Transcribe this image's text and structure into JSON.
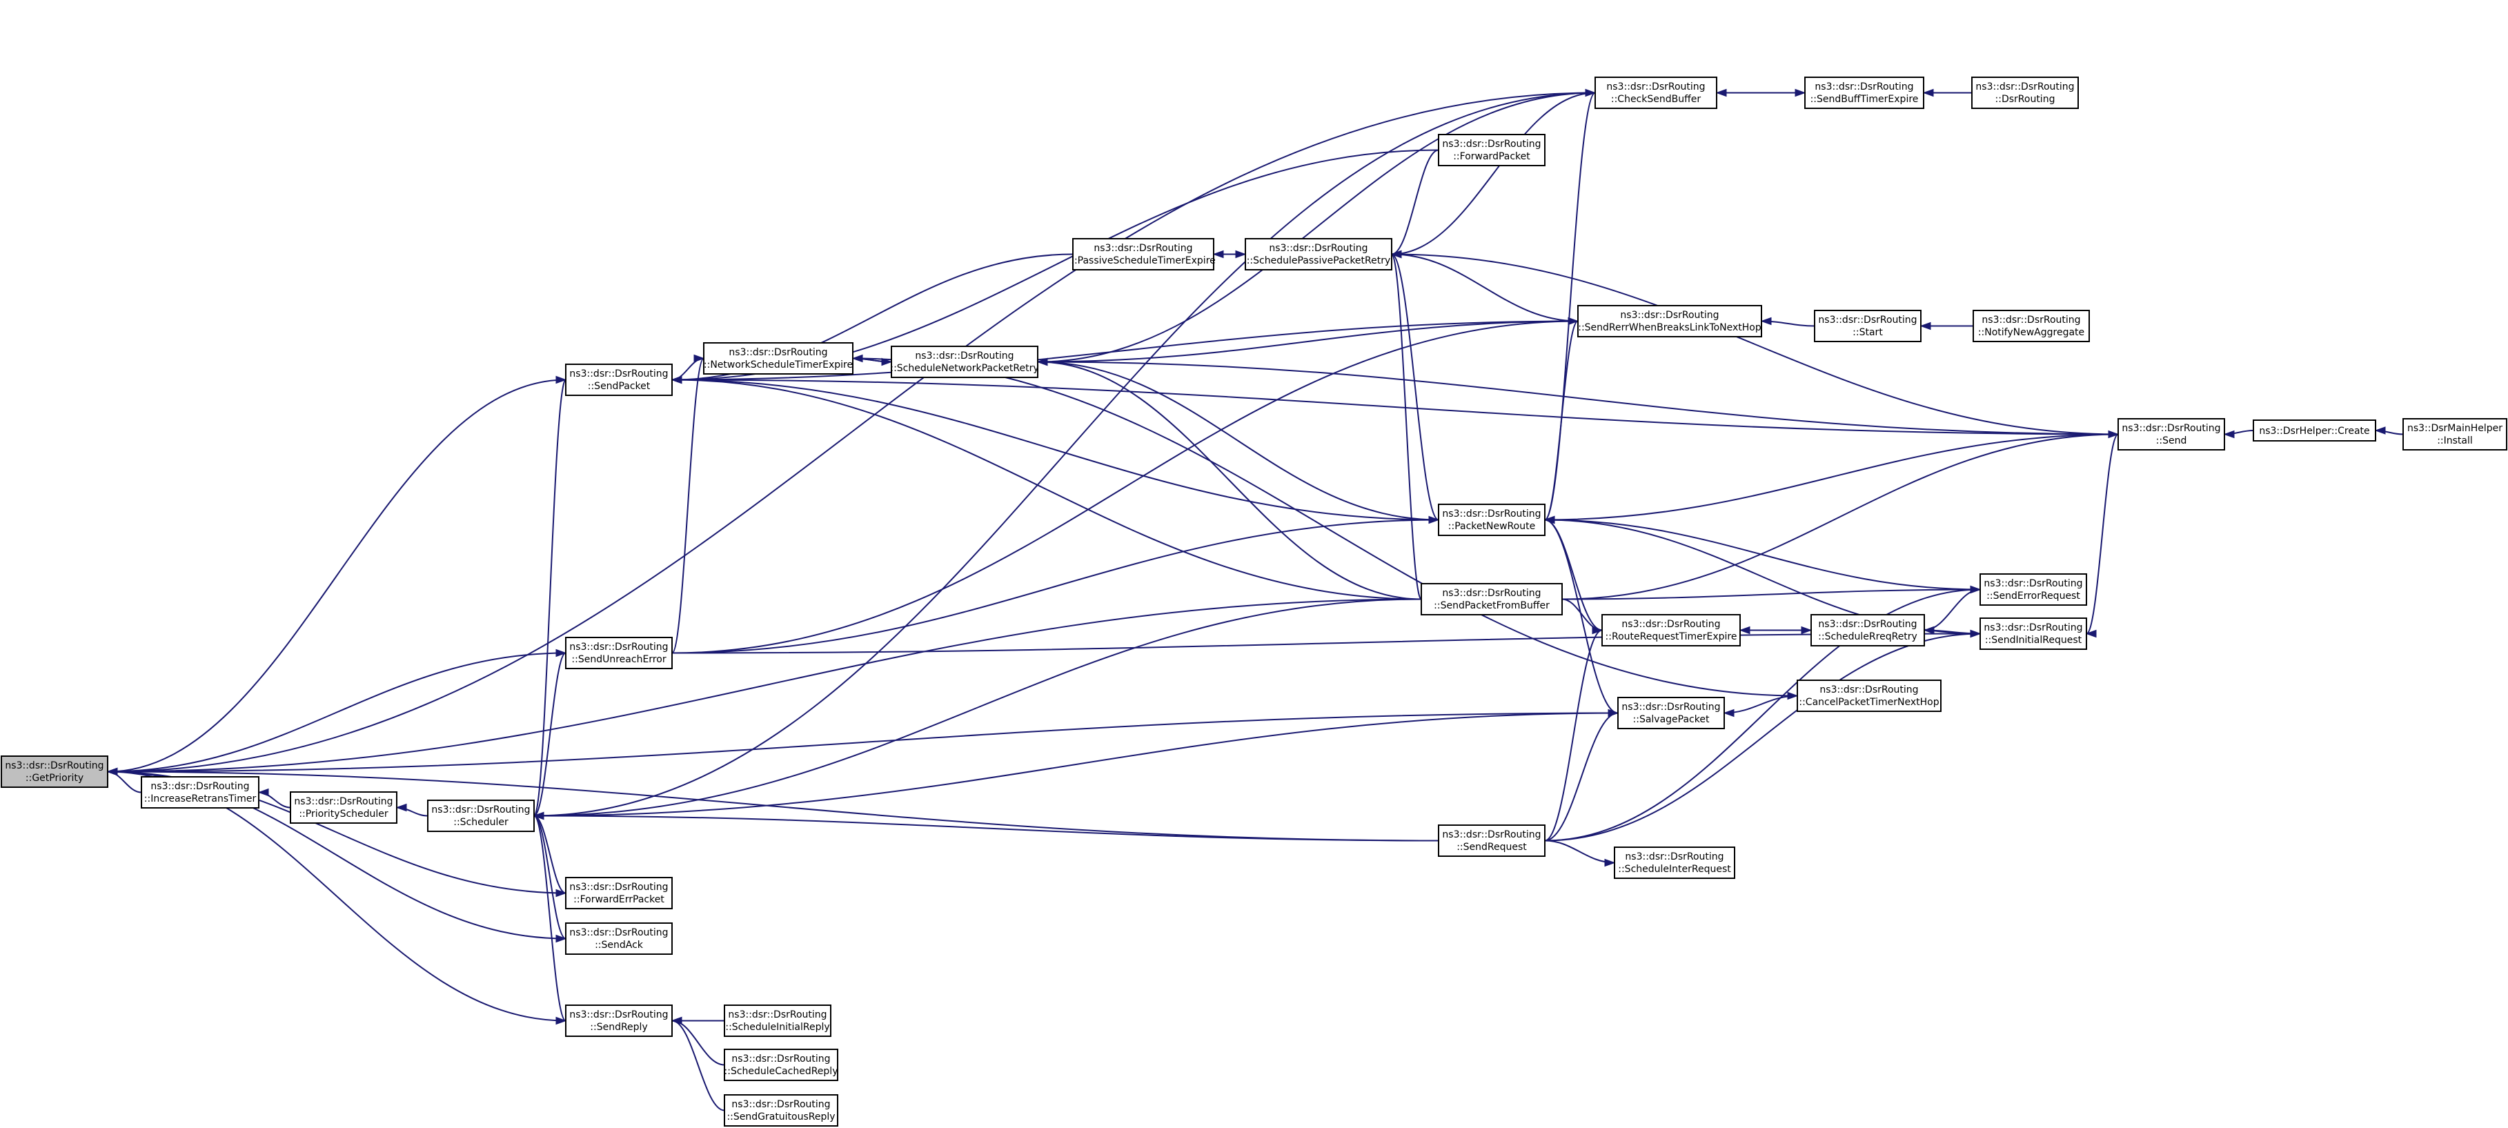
{
  "diagram": {
    "nodes": [
      {
        "id": "GetPriority",
        "l1": "ns3::dsr::DsrRouting",
        "l2": "::GetPriority",
        "root": true
      },
      {
        "id": "IncreaseRetransTimer",
        "l1": "ns3::dsr::DsrRouting",
        "l2": "::IncreaseRetransTimer"
      },
      {
        "id": "PriorityScheduler",
        "l1": "ns3::dsr::DsrRouting",
        "l2": "::PriorityScheduler"
      },
      {
        "id": "Scheduler",
        "l1": "ns3::dsr::DsrRouting",
        "l2": "::Scheduler"
      },
      {
        "id": "SendPacket",
        "l1": "ns3::dsr::DsrRouting",
        "l2": "::SendPacket"
      },
      {
        "id": "SendUnreachError",
        "l1": "ns3::dsr::DsrRouting",
        "l2": "::SendUnreachError"
      },
      {
        "id": "ForwardErrPacket",
        "l1": "ns3::dsr::DsrRouting",
        "l2": "::ForwardErrPacket"
      },
      {
        "id": "SendAck",
        "l1": "ns3::dsr::DsrRouting",
        "l2": "::SendAck"
      },
      {
        "id": "SendReply",
        "l1": "ns3::dsr::DsrRouting",
        "l2": "::SendReply"
      },
      {
        "id": "NetworkScheduleTimerExpire",
        "l1": "ns3::dsr::DsrRouting",
        "l2": "::NetworkScheduleTimerExpire"
      },
      {
        "id": "ScheduleInitialReply",
        "l1": "ns3::dsr::DsrRouting",
        "l2": "::ScheduleInitialReply"
      },
      {
        "id": "ScheduleCachedReply",
        "l1": "ns3::dsr::DsrRouting",
        "l2": "::ScheduleCachedReply"
      },
      {
        "id": "SendGratuitousReply",
        "l1": "ns3::dsr::DsrRouting",
        "l2": "::SendGratuitousReply"
      },
      {
        "id": "ScheduleNetworkPacketRetry",
        "l1": "ns3::dsr::DsrRouting",
        "l2": "::ScheduleNetworkPacketRetry"
      },
      {
        "id": "PassiveScheduleTimerExpire",
        "l1": "ns3::dsr::DsrRouting",
        "l2": "::PassiveScheduleTimerExpire"
      },
      {
        "id": "SchedulePassivePacketRetry",
        "l1": "ns3::dsr::DsrRouting",
        "l2": "::SchedulePassivePacketRetry"
      },
      {
        "id": "ForwardPacket",
        "l1": "ns3::dsr::DsrRouting",
        "l2": "::ForwardPacket"
      },
      {
        "id": "PacketNewRoute",
        "l1": "ns3::dsr::DsrRouting",
        "l2": "::PacketNewRoute"
      },
      {
        "id": "SendPacketFromBuffer",
        "l1": "ns3::dsr::DsrRouting",
        "l2": "::SendPacketFromBuffer"
      },
      {
        "id": "SendRequest",
        "l1": "ns3::dsr::DsrRouting",
        "l2": "::SendRequest"
      },
      {
        "id": "CheckSendBuffer",
        "l1": "ns3::dsr::DsrRouting",
        "l2": "::CheckSendBuffer"
      },
      {
        "id": "SendRerrWhenBreaksLinkToNextHop",
        "l1": "ns3::dsr::DsrRouting",
        "l2": "::SendRerrWhenBreaksLinkToNextHop"
      },
      {
        "id": "RouteRequestTimerExpire",
        "l1": "ns3::dsr::DsrRouting",
        "l2": "::RouteRequestTimerExpire"
      },
      {
        "id": "SalvagePacket",
        "l1": "ns3::dsr::DsrRouting",
        "l2": "::SalvagePacket"
      },
      {
        "id": "ScheduleInterRequest",
        "l1": "ns3::dsr::DsrRouting",
        "l2": "::ScheduleInterRequest"
      },
      {
        "id": "SendBuffTimerExpire",
        "l1": "ns3::dsr::DsrRouting",
        "l2": "::SendBuffTimerExpire"
      },
      {
        "id": "StartNode",
        "l1": "ns3::dsr::DsrRouting",
        "l2": "::Start"
      },
      {
        "id": "ScheduleRreqRetry",
        "l1": "ns3::dsr::DsrRouting",
        "l2": "::ScheduleRreqRetry"
      },
      {
        "id": "CancelPacketTimerNextHop",
        "l1": "ns3::dsr::DsrRouting",
        "l2": "::CancelPacketTimerNextHop"
      },
      {
        "id": "DsrRoutingCtor",
        "l1": "ns3::dsr::DsrRouting",
        "l2": "::DsrRouting"
      },
      {
        "id": "NotifyNewAggregate",
        "l1": "ns3::dsr::DsrRouting",
        "l2": "::NotifyNewAggregate"
      },
      {
        "id": "Send",
        "l1": "ns3::dsr::DsrRouting",
        "l2": "::Send"
      },
      {
        "id": "SendErrorRequest",
        "l1": "ns3::dsr::DsrRouting",
        "l2": "::SendErrorRequest"
      },
      {
        "id": "SendInitialRequest",
        "l1": "ns3::dsr::DsrRouting",
        "l2": "::SendInitialRequest"
      },
      {
        "id": "HelperCreate",
        "l1": "ns3::DsrHelper::Create",
        "l2": ""
      },
      {
        "id": "MainHelperInstall",
        "l1": "ns3::DsrMainHelper",
        "l2": "::Install"
      }
    ],
    "edges": [
      [
        "IncreaseRetransTimer",
        "GetPriority"
      ],
      [
        "SendPacket",
        "GetPriority"
      ],
      [
        "SendUnreachError",
        "GetPriority"
      ],
      [
        "ForwardErrPacket",
        "GetPriority"
      ],
      [
        "SendAck",
        "GetPriority"
      ],
      [
        "SendReply",
        "GetPriority"
      ],
      [
        "CheckSendBuffer",
        "GetPriority"
      ],
      [
        "SendPacketFromBuffer",
        "GetPriority"
      ],
      [
        "SalvagePacket",
        "GetPriority"
      ],
      [
        "SendRequest",
        "GetPriority"
      ],
      [
        "PriorityScheduler",
        "IncreaseRetransTimer"
      ],
      [
        "Scheduler",
        "PriorityScheduler"
      ],
      [
        "NetworkScheduleTimerExpire",
        "SendPacket"
      ],
      [
        "ForwardPacket",
        "SendPacket"
      ],
      [
        "PassiveScheduleTimerExpire",
        "SendPacket"
      ],
      [
        "SendRerrWhenBreaksLinkToNextHop",
        "SendPacket"
      ],
      [
        "Send",
        "SendPacket"
      ],
      [
        "PacketNewRoute",
        "SendPacket"
      ],
      [
        "SendPacketFromBuffer",
        "SendPacket"
      ],
      [
        "Scheduler",
        "SendPacket"
      ],
      [
        "Scheduler",
        "SendUnreachError"
      ],
      [
        "Scheduler",
        "ForwardErrPacket"
      ],
      [
        "Scheduler",
        "SendAck"
      ],
      [
        "Scheduler",
        "SendReply"
      ],
      [
        "CheckSendBuffer",
        "Scheduler"
      ],
      [
        "SendPacketFromBuffer",
        "Scheduler"
      ],
      [
        "SalvagePacket",
        "Scheduler"
      ],
      [
        "SendRequest",
        "Scheduler"
      ],
      [
        "ScheduleInitialReply",
        "SendReply"
      ],
      [
        "ScheduleCachedReply",
        "SendReply"
      ],
      [
        "SendGratuitousReply",
        "SendReply"
      ],
      [
        "ScheduleNetworkPacketRetry",
        "NetworkScheduleTimerExpire"
      ],
      [
        "NetworkScheduleTimerExpire",
        "ScheduleNetworkPacketRetry"
      ],
      [
        "SendUnreachError",
        "NetworkScheduleTimerExpire"
      ],
      [
        "NetworkScheduleTimerExpire",
        "CancelPacketTimerNextHop"
      ],
      [
        "CheckSendBuffer",
        "ScheduleNetworkPacketRetry"
      ],
      [
        "SendRerrWhenBreaksLinkToNextHop",
        "ScheduleNetworkPacketRetry"
      ],
      [
        "Send",
        "ScheduleNetworkPacketRetry"
      ],
      [
        "PacketNewRoute",
        "ScheduleNetworkPacketRetry"
      ],
      [
        "SendPacketFromBuffer",
        "ScheduleNetworkPacketRetry"
      ],
      [
        "SchedulePassivePacketRetry",
        "PassiveScheduleTimerExpire"
      ],
      [
        "PassiveScheduleTimerExpire",
        "SchedulePassivePacketRetry"
      ],
      [
        "ForwardPacket",
        "SchedulePassivePacketRetry"
      ],
      [
        "CheckSendBuffer",
        "SchedulePassivePacketRetry"
      ],
      [
        "SendRerrWhenBreaksLinkToNextHop",
        "SchedulePassivePacketRetry"
      ],
      [
        "Send",
        "SchedulePassivePacketRetry"
      ],
      [
        "PacketNewRoute",
        "SchedulePassivePacketRetry"
      ],
      [
        "SendPacketFromBuffer",
        "SchedulePassivePacketRetry"
      ],
      [
        "SendUnreachError",
        "PacketNewRoute"
      ],
      [
        "SendUnreachError",
        "SendRerrWhenBreaksLinkToNextHop"
      ],
      [
        "SendUnreachError",
        "SendInitialRequest"
      ],
      [
        "SendRerrWhenBreaksLinkToNextHop",
        "PacketNewRoute"
      ],
      [
        "Send",
        "PacketNewRoute"
      ],
      [
        "SendErrorRequest",
        "PacketNewRoute"
      ],
      [
        "SendInitialRequest",
        "PacketNewRoute"
      ],
      [
        "RouteRequestTimerExpire",
        "PacketNewRoute"
      ],
      [
        "SalvagePacket",
        "PacketNewRoute"
      ],
      [
        "SendPacketFromBuffer",
        "SendErrorRequest"
      ],
      [
        "SendPacketFromBuffer",
        "Send"
      ],
      [
        "SendPacketFromBuffer",
        "RouteRequestTimerExpire"
      ],
      [
        "SendRequest",
        "RouteRequestTimerExpire"
      ],
      [
        "SendRequest",
        "SendErrorRequest"
      ],
      [
        "SendRequest",
        "SendInitialRequest"
      ],
      [
        "SendRequest",
        "ScheduleInterRequest"
      ],
      [
        "SendRequest",
        "SalvagePacket"
      ],
      [
        "CancelPacketTimerNextHop",
        "SalvagePacket"
      ],
      [
        "PacketNewRoute",
        "CheckSendBuffer"
      ],
      [
        "SendBuffTimerExpire",
        "CheckSendBuffer"
      ],
      [
        "CheckSendBuffer",
        "SendBuffTimerExpire"
      ],
      [
        "DsrRoutingCtor",
        "SendBuffTimerExpire"
      ],
      [
        "StartNode",
        "SendRerrWhenBreaksLinkToNextHop"
      ],
      [
        "NotifyNewAggregate",
        "StartNode"
      ],
      [
        "ScheduleRreqRetry",
        "RouteRequestTimerExpire"
      ],
      [
        "RouteRequestTimerExpire",
        "ScheduleRreqRetry"
      ],
      [
        "SendErrorRequest",
        "ScheduleRreqRetry"
      ],
      [
        "SendInitialRequest",
        "ScheduleRreqRetry"
      ],
      [
        "Send",
        "SendInitialRequest"
      ],
      [
        "HelperCreate",
        "Send"
      ],
      [
        "MainHelperInstall",
        "HelperCreate"
      ]
    ]
  }
}
